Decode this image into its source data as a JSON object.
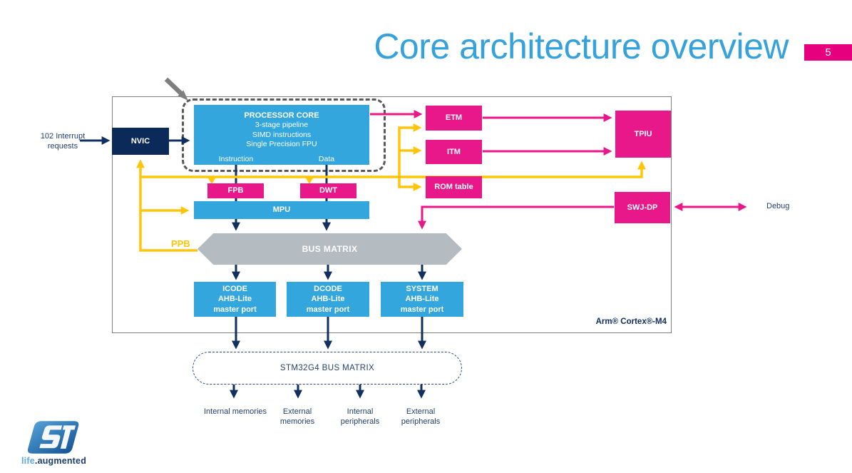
{
  "slide": {
    "title": "Core architecture overview",
    "page_number": "5"
  },
  "colors": {
    "title_blue": "#36A2DB",
    "box_blue": "#33A7DD",
    "magenta": "#E8178A",
    "page_magenta": "#E6007E",
    "yellow": "#FFC50A",
    "navy": "#12305E",
    "bus_gray": "#B4BBC1"
  },
  "interrupt": {
    "label": "102 Interrupt requests"
  },
  "nvic": {
    "label": "NVIC"
  },
  "core": {
    "title": "PROCESSOR CORE",
    "features": [
      "3-stage pipeline",
      "SIMD instructions",
      "Single Precision FPU"
    ],
    "port_instruction": "Instruction",
    "port_data": "Data"
  },
  "trace": {
    "etm": "ETM",
    "itm": "ITM",
    "rom_table": "ROM table",
    "tpiu": "TPIU",
    "swj_dp": "SWJ-DP",
    "debug": "Debug"
  },
  "debug_blocks": {
    "fpb": "FPB",
    "dwt": "DWT"
  },
  "mpu": {
    "label": "MPU"
  },
  "ppb": {
    "label": "PPB"
  },
  "bus_matrix": {
    "label": "BUS MATRIX"
  },
  "master_ports": [
    {
      "name": "ICODE",
      "bus": "AHB-Lite",
      "role": "master port"
    },
    {
      "name": "DCODE",
      "bus": "AHB-Lite",
      "role": "master port"
    },
    {
      "name": "SYSTEM",
      "bus": "AHB-Lite",
      "role": "master port"
    }
  ],
  "cortex": {
    "label": "Arm® Cortex®-M4"
  },
  "soc_bus": {
    "label": "STM32G4 BUS MATRIX"
  },
  "destinations": [
    "Internal memories",
    "External memories",
    "Internal peripherals",
    "External peripherals"
  ],
  "branding": {
    "life": "life",
    "dot": ".",
    "augmented": "augmented"
  }
}
